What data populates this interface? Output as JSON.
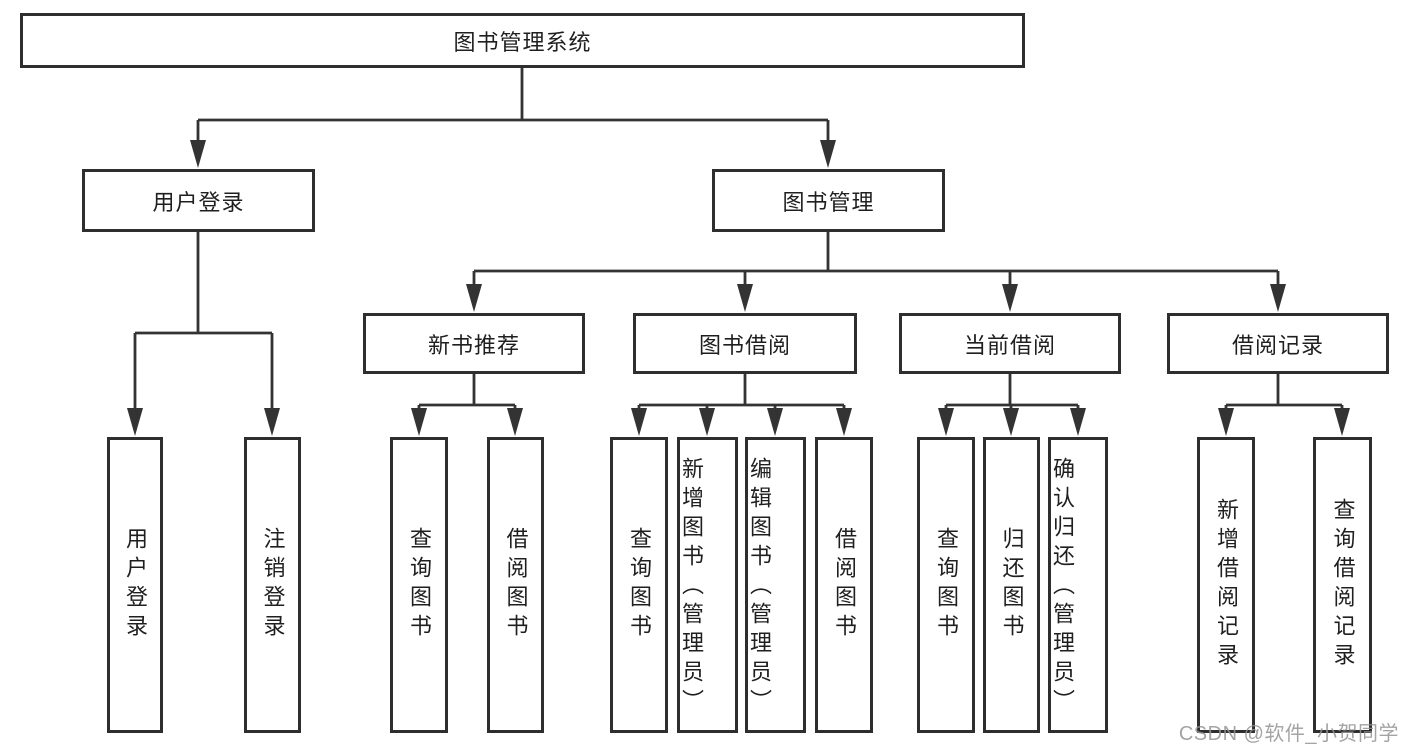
{
  "nodes": {
    "root": {
      "label": "图书管理系统"
    },
    "level2": [
      {
        "label": "用户登录"
      },
      {
        "label": "图书管理"
      }
    ],
    "level3": [
      {
        "label": "新书推荐"
      },
      {
        "label": "图书借阅"
      },
      {
        "label": "当前借阅"
      },
      {
        "label": "借阅记录"
      }
    ],
    "leaves": [
      {
        "label": "用户登录"
      },
      {
        "label": "注销登录"
      },
      {
        "label": "查询图书"
      },
      {
        "label": "借阅图书"
      },
      {
        "label": "查询图书"
      },
      {
        "label": "新增图书（管理员）"
      },
      {
        "label": "编辑图书（管理员）"
      },
      {
        "label": "借阅图书"
      },
      {
        "label": "查询图书"
      },
      {
        "label": "归还图书"
      },
      {
        "label": "确认归还（管理员）"
      },
      {
        "label": "新增借阅记录"
      },
      {
        "label": "查询借阅记录"
      }
    ]
  },
  "watermark": {
    "text": "CSDN @软件_小贺同学"
  },
  "colors": {
    "line": "#333333",
    "box_border": "#2e2e2e",
    "text": "#1f1f1f",
    "watermark": "#949494",
    "background": "#ffffff"
  }
}
